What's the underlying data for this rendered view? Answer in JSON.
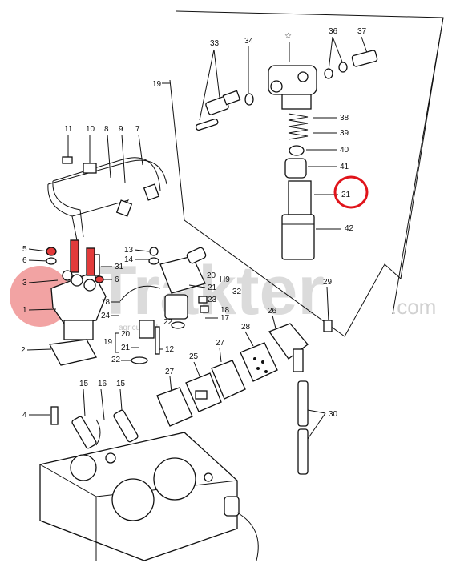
{
  "watermark": {
    "text": "Trakter",
    "domain": ".com",
    "sub": "agricultural",
    "color": "#d8d8d8",
    "accent": "#e23b3b"
  },
  "highlight": {
    "label": "21",
    "color": "#e0141b"
  },
  "callouts": {
    "l19": "19",
    "l33": "33",
    "l34": "34",
    "l35": "☆",
    "l36": "36",
    "l37": "37",
    "l38": "38",
    "l39": "39",
    "l40": "40",
    "l41": "41",
    "l42": "42",
    "l11": "11",
    "l10": "10",
    "l8": "8",
    "l9": "9",
    "l7": "7",
    "l5": "5",
    "l6a": "6",
    "l3": "3",
    "l1": "1",
    "l2": "2",
    "l6b": "6",
    "l31": "31",
    "l13": "13",
    "l14": "14",
    "l20a": "20",
    "lH9": "H9",
    "l21a": "21",
    "l23": "23",
    "l18a": "18",
    "l32": "32",
    "l17": "17",
    "l18b": "18",
    "l24": "24",
    "l22a": "22",
    "l20b": "20",
    "l21b": "21",
    "l12": "12",
    "l19b": "19",
    "l22b": "22",
    "l29": "29",
    "l26": "26",
    "l28": "28",
    "l27a": "27",
    "l25": "25",
    "l27b": "27",
    "l30": "30",
    "l4": "4",
    "l15a": "15",
    "l16": "16",
    "l15b": "15"
  }
}
